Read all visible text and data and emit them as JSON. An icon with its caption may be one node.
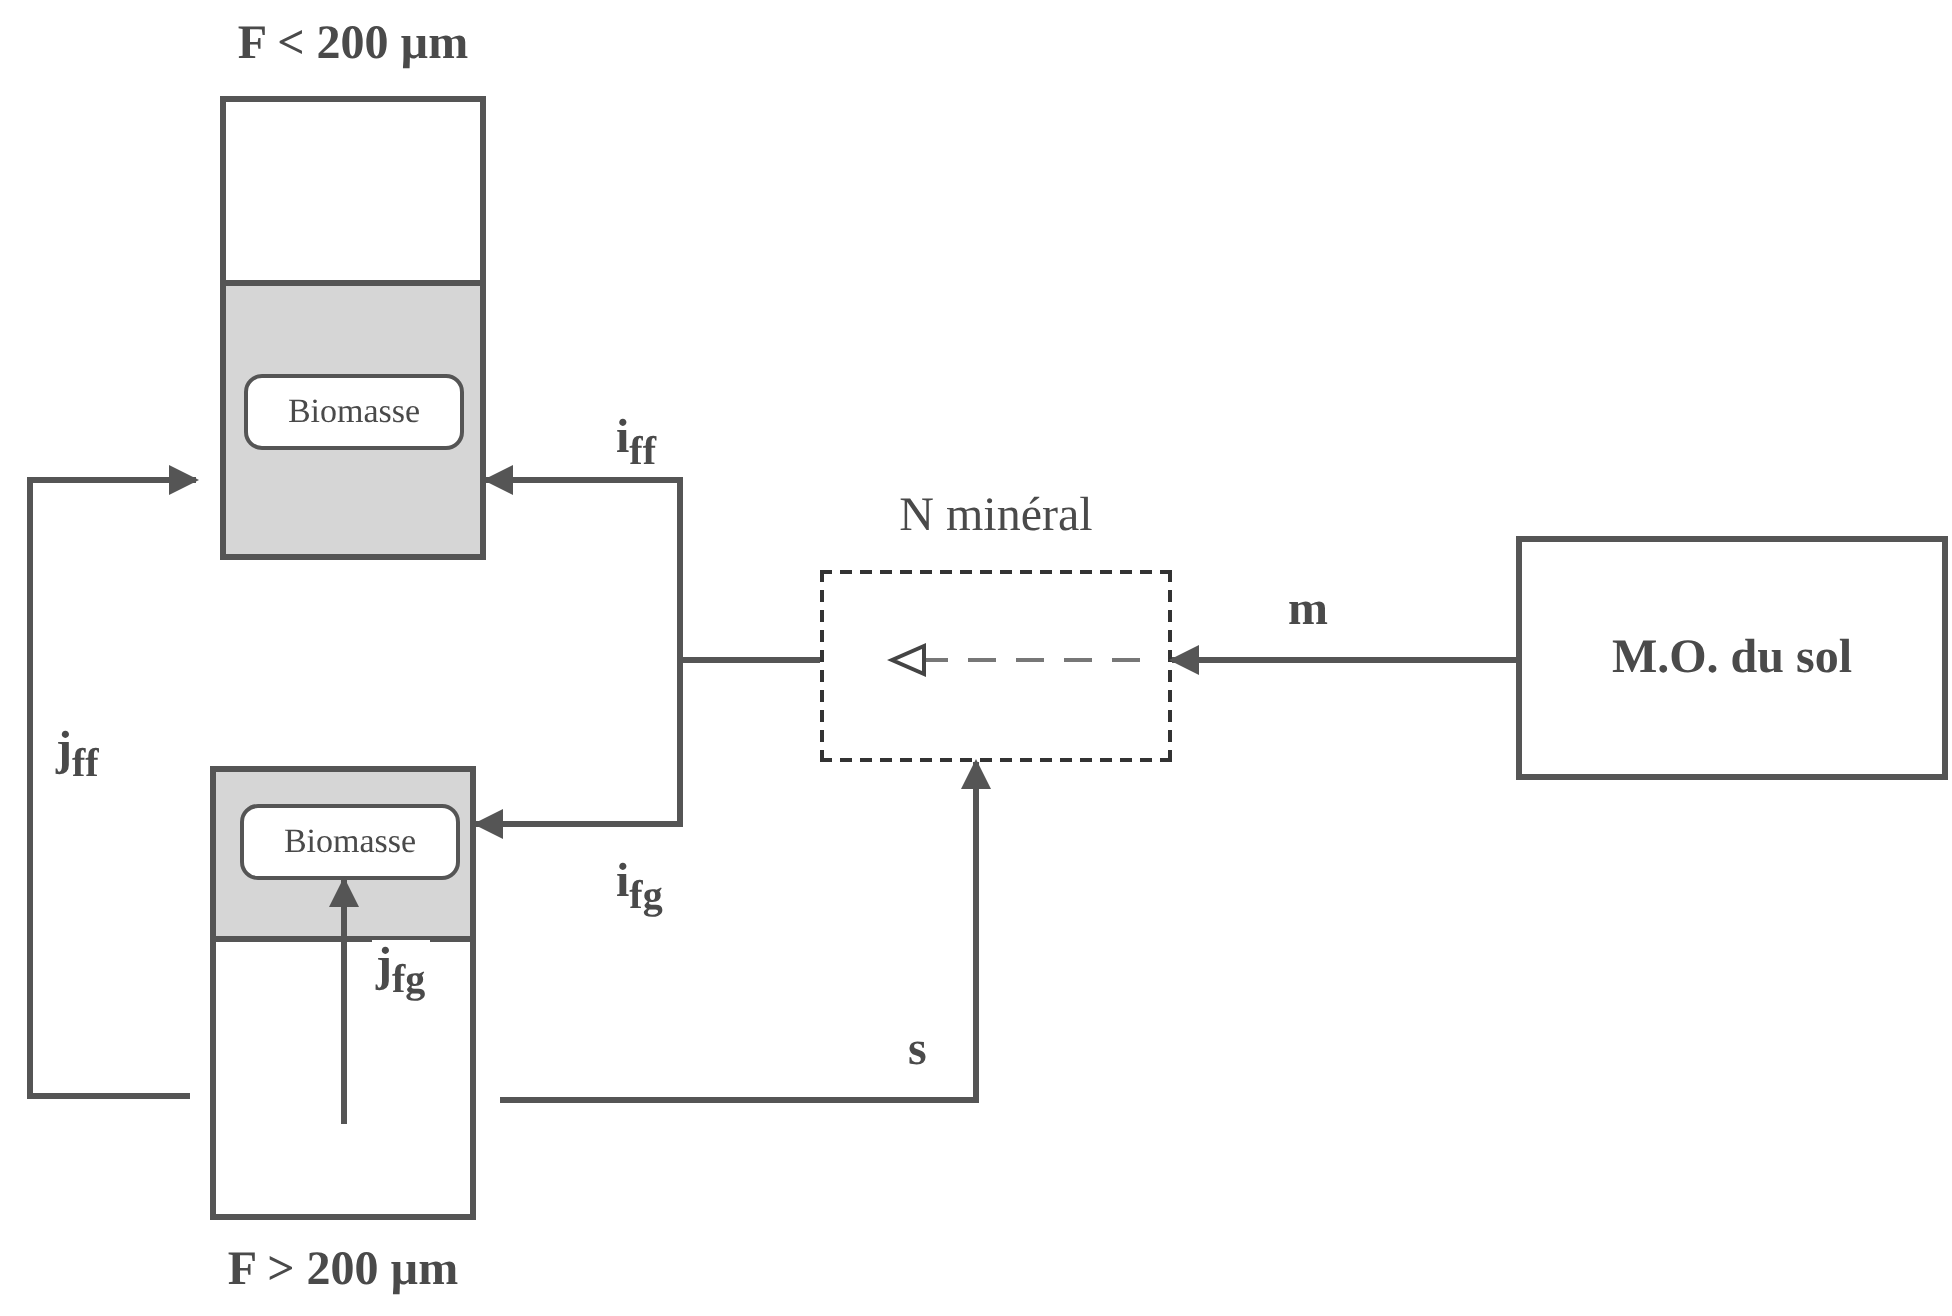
{
  "diagram": {
    "nodes": [
      {
        "text": [
          "F < 200 µm"
        ]
      },
      {
        "text": [
          "Biomasse"
        ],
        "in": 0
      },
      {
        "text": [
          "F > 200 µm"
        ]
      },
      {
        "text": [
          "Biomasse"
        ],
        "in": 2
      },
      {
        "text": [
          "N minéral"
        ]
      },
      {
        "text": [
          "M.O. du sol"
        ]
      }
    ],
    "edges": [
      {
        "from": 5,
        "to": 4,
        "arrow": "to",
        "label": "m"
      },
      {
        "from": 4,
        "to": 0,
        "arrow": "to",
        "label": "i$_{ff}$"
      },
      {
        "from": 4,
        "to": 2,
        "arrow": "to",
        "label": "i$_{fg}$"
      },
      {
        "from": 2,
        "to": 4,
        "arrow": "to",
        "label": "s"
      },
      {
        "from": 2,
        "to": 0,
        "arrow": "to",
        "label": "j$_{ff}$"
      },
      {
        "from": null,
        "to": 3,
        "arrow": "to",
        "label": "j$_{fg}$"
      }
    ]
  }
}
